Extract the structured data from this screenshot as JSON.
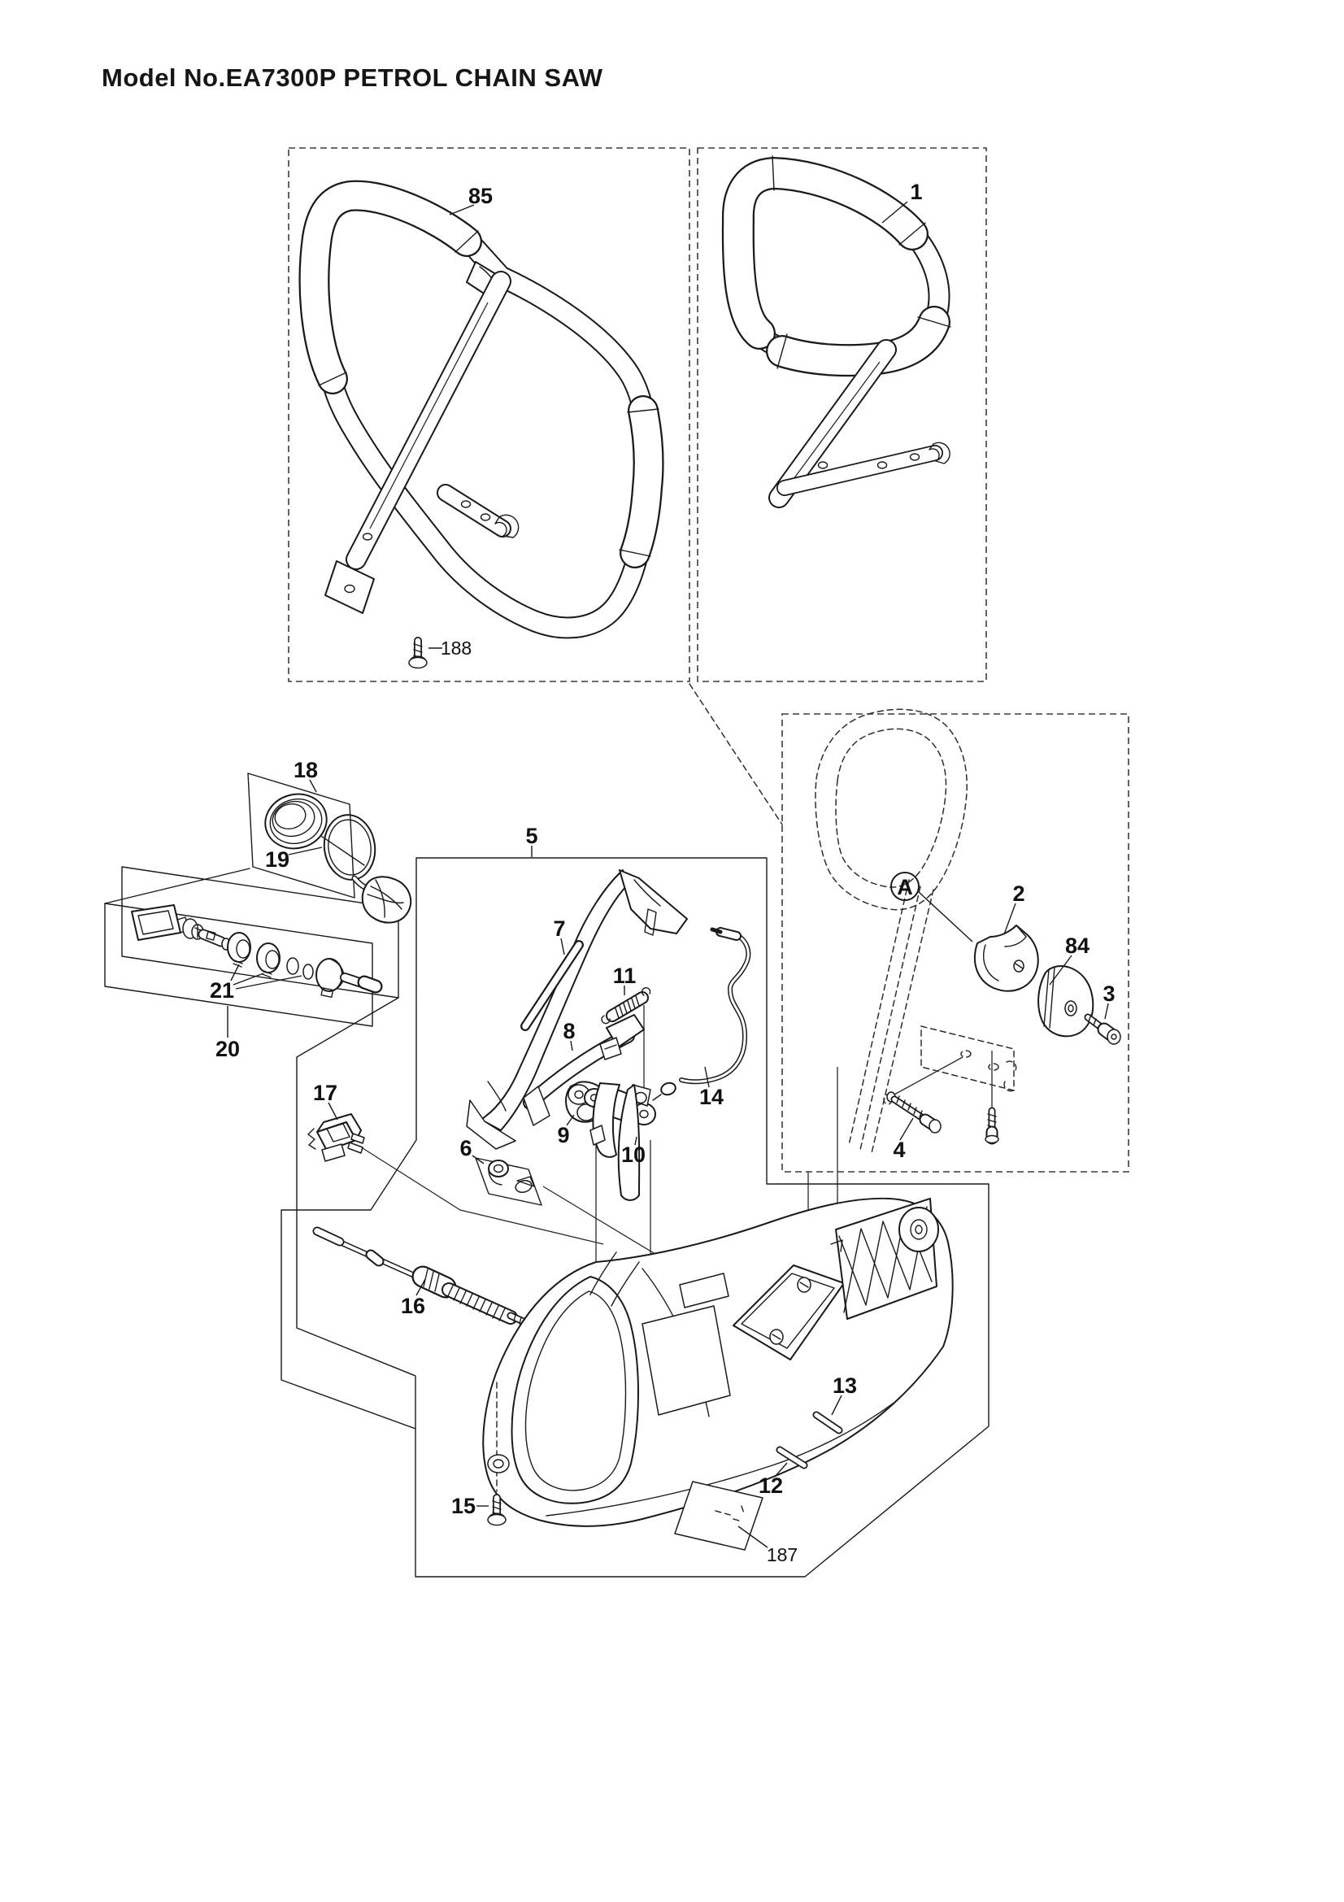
{
  "title": "Model No.EA7300P PETROL CHAIN SAW",
  "diagram": {
    "type": "exploded-parts-diagram",
    "model_no": "EA7300P",
    "product": "PETROL CHAIN SAW",
    "detail_marker": "A"
  },
  "part_labels": {
    "p1": "1",
    "p2": "2",
    "p3": "3",
    "p4": "4",
    "p5": "5",
    "p6": "6",
    "p7": "7",
    "p8": "8",
    "p9": "9",
    "p10": "10",
    "p11": "11",
    "p12": "12",
    "p13": "13",
    "p14": "14",
    "p15": "15",
    "p16": "16",
    "p17": "17",
    "p18": "18",
    "p19": "19",
    "p20": "20",
    "p21": "21",
    "p84": "84",
    "p85": "85",
    "p187": "187",
    "p188": "188",
    "pA": "A"
  }
}
